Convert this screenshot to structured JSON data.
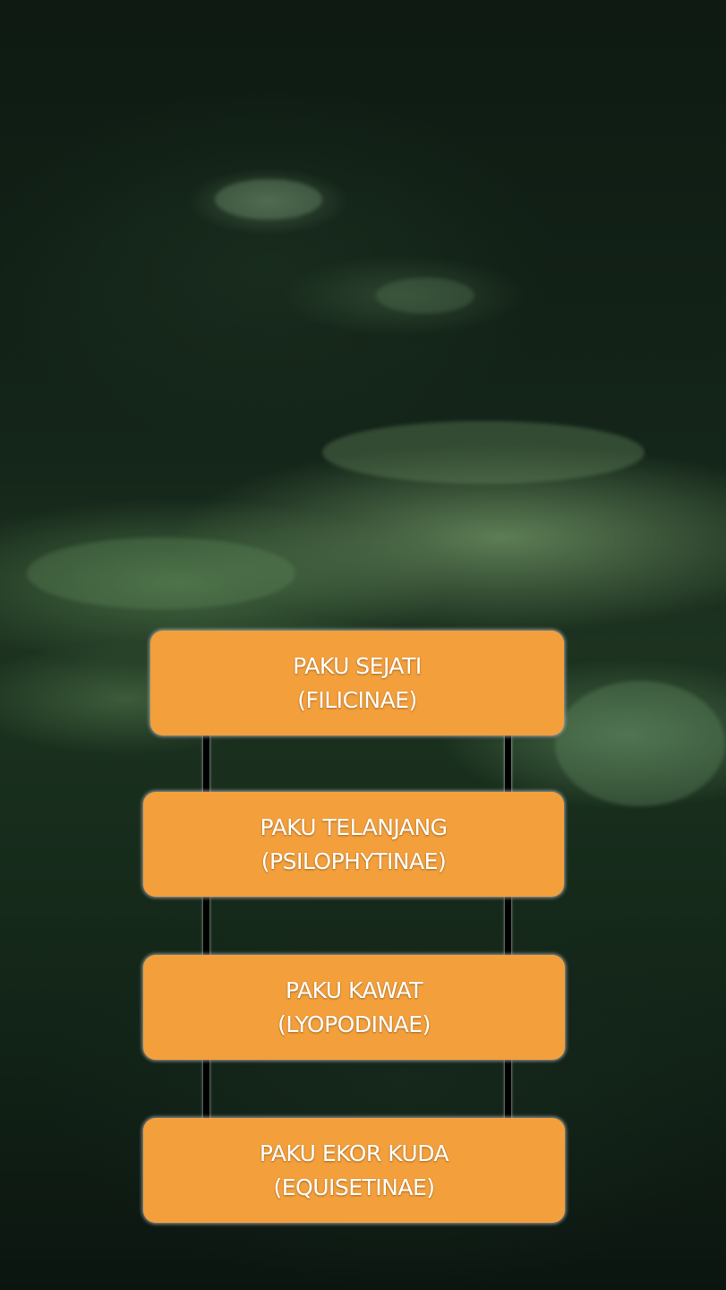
{
  "diagram": {
    "nodes": [
      {
        "line1": "PAKU SEJATI",
        "line2": "(FILICINAE)"
      },
      {
        "line1": "PAKU TELANJANG",
        "line2": "(PSILOPHYTINAE)"
      },
      {
        "line1": "PAKU KAWAT",
        "line2": "(LYOPODINAE)"
      },
      {
        "line1": "PAKU EKOR KUDA",
        "line2": "(EQUISETINAE)"
      }
    ]
  },
  "colors": {
    "box_fill": "#f39f3b",
    "text": "#ffffff",
    "connector": "#000000"
  }
}
